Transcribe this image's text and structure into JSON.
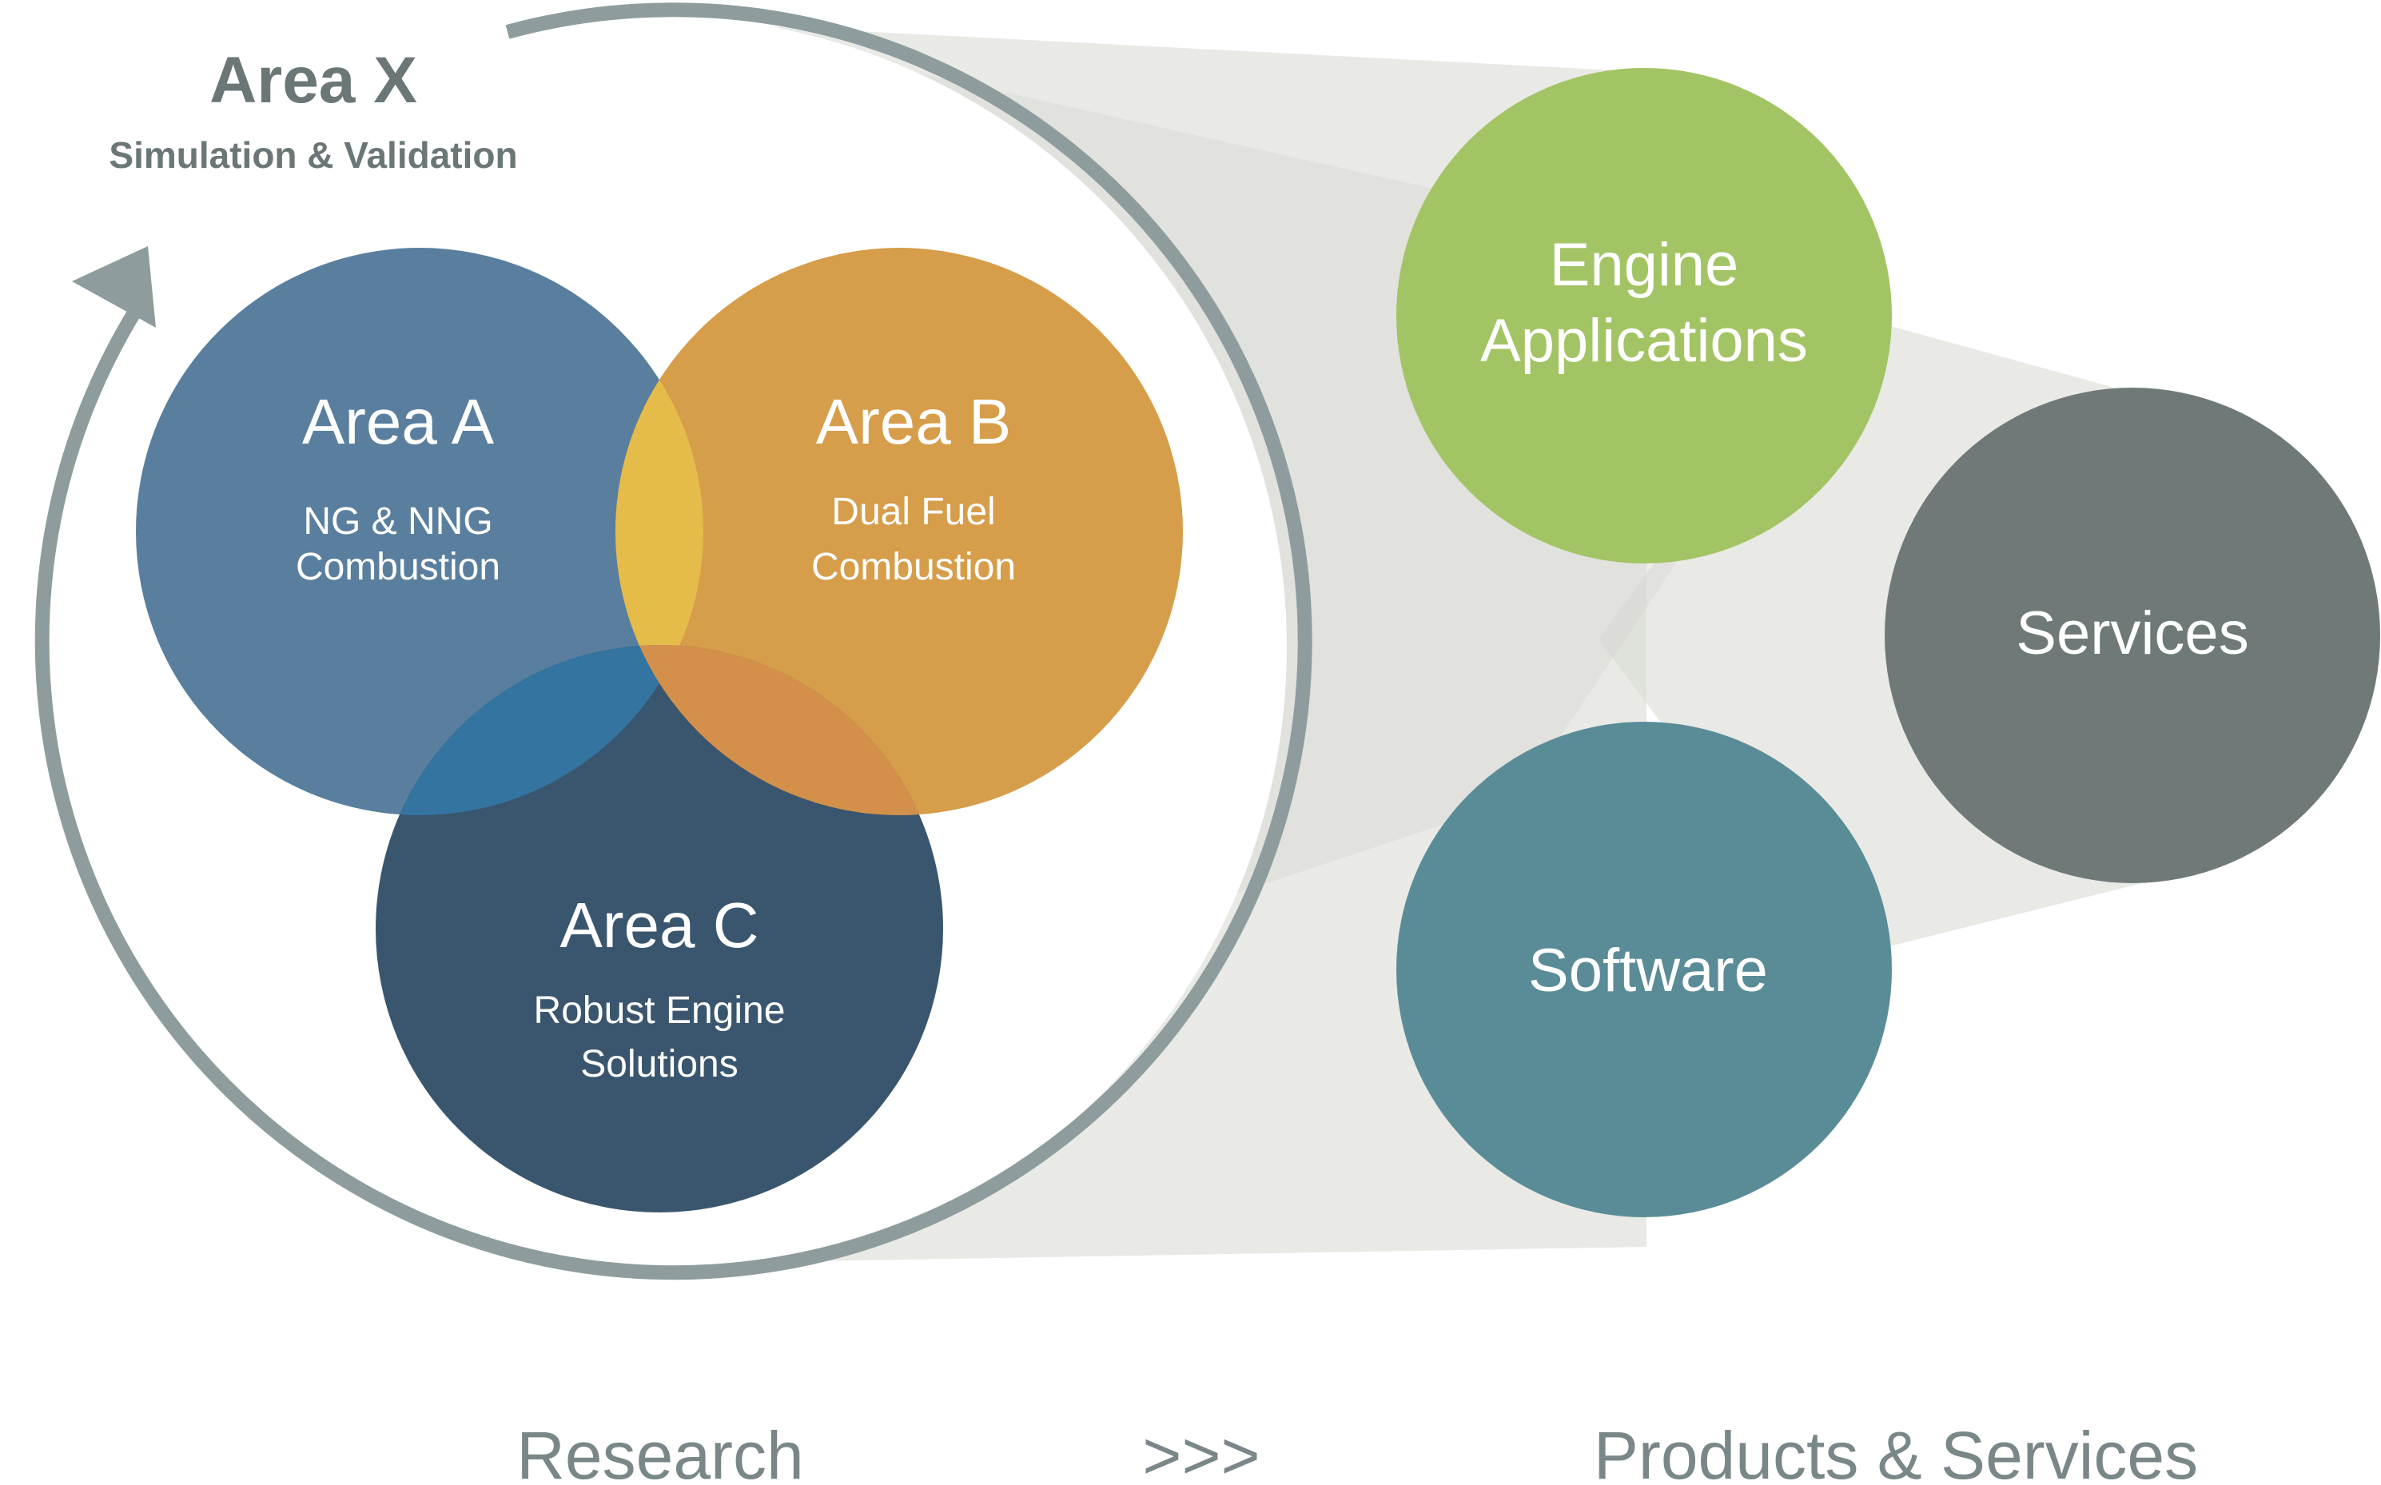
{
  "header": {
    "title": "Area X",
    "subtitle": "Simulation & Validation"
  },
  "research_areas": [
    {
      "title": "Area A",
      "lines": [
        "NG & NNG",
        "Combustion"
      ],
      "color": "#5a7f9e"
    },
    {
      "title": "Area B",
      "lines": [
        "Dual Fuel",
        "Combustion"
      ],
      "color": "#d69d4a"
    },
    {
      "title": "Area C",
      "lines": [
        "Robust Engine",
        "Solutions"
      ],
      "color": "#3a566e"
    }
  ],
  "products": [
    {
      "lines": [
        "Engine",
        "Applications"
      ],
      "color": "#a3c464"
    },
    {
      "lines": [
        "Services"
      ],
      "color": "#6f7a78"
    },
    {
      "lines": [
        "Software"
      ],
      "color": "#5a8c98"
    }
  ],
  "overlap_colors": {
    "a_b": "#e5bc4a",
    "a_c": "#3374a0",
    "b_c": "#d4904a"
  },
  "cycle_arrow_color": "#8f9c9e",
  "funnel_color": "#d7d8d2",
  "footer": {
    "left": "Research",
    "middle": ">>>",
    "right": "Products & Services"
  }
}
